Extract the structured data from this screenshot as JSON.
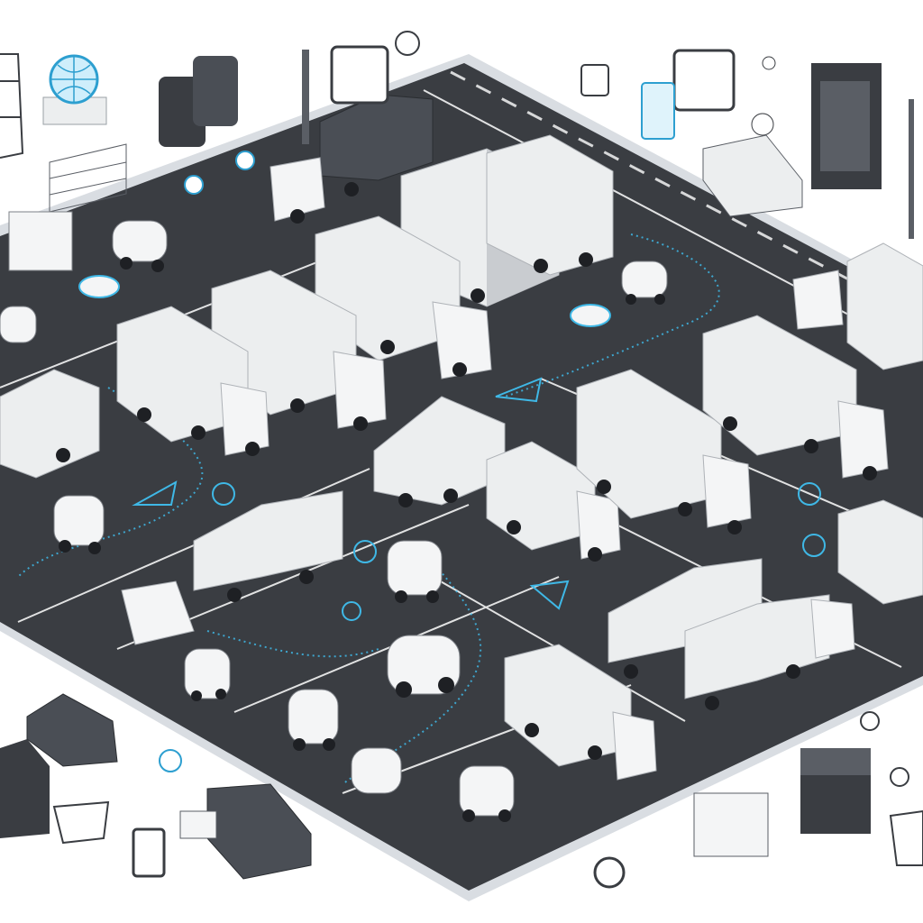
{
  "colors": {
    "background": "#ffffff",
    "lot_asphalt": "#3a3d42",
    "lot_edge": "#d9dde2",
    "lane_marking": "#ffffff",
    "trailer": "#eceeef",
    "trailer_shade": "#c9ccd0",
    "cab": "#f4f5f6",
    "wheel": "#1e2024",
    "dark_van": "#4a4e55",
    "accent_glow": "#3fb8e6"
  },
  "scene": {
    "kind": "isometric truck parking lot illustration",
    "trucks_parked": 14,
    "robots": 9,
    "icons": [
      "globe-icon",
      "fingerprint-icon",
      "gauge-icon",
      "cart-icon",
      "shield-icon",
      "chip-icon",
      "signal-icon"
    ]
  }
}
